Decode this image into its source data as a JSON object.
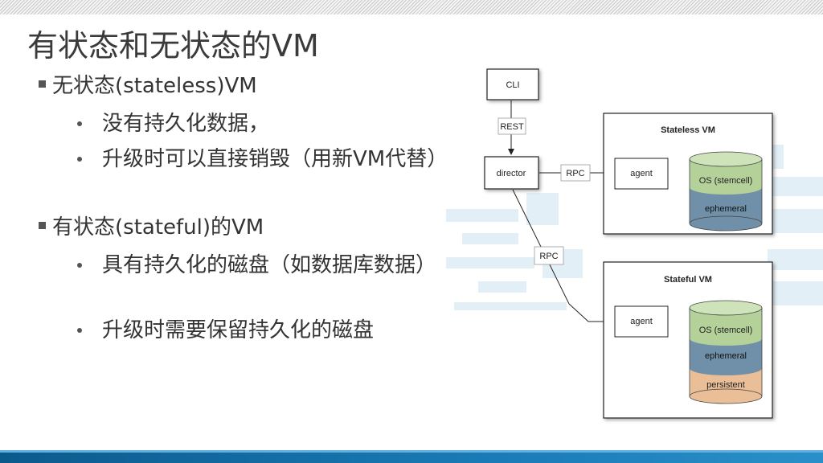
{
  "slide": {
    "title": "有状态和无状态的VM",
    "bullets": [
      {
        "text": "无状态(stateless)VM",
        "sub": [
          "没有持久化数据，",
          "升级时可以直接销毁（用新VM代替）"
        ]
      },
      {
        "text": "有状态(stateful)的VM",
        "sub": [
          "具有持久化的磁盘（如数据库数据）",
          "升级时需要保留持久化的磁盘"
        ]
      }
    ]
  },
  "diagram": {
    "cli": "CLI",
    "rest": "REST",
    "director": "director",
    "rpc_top": "RPC",
    "rpc_bottom": "RPC",
    "stateless_vm": {
      "title": "Stateless VM",
      "agent": "agent",
      "disks": [
        "OS (stemcell)",
        "ephemeral"
      ]
    },
    "stateful_vm": {
      "title": "Stateful VM",
      "agent": "agent",
      "disks": [
        "OS (stemcell)",
        "ephemeral",
        "persistent"
      ]
    },
    "colors": {
      "os_disk": "#b5d19a",
      "ephemeral_disk": "#6f90a8",
      "persistent_disk": "#eabe96",
      "accent_bar": "#1a7bb6"
    }
  }
}
